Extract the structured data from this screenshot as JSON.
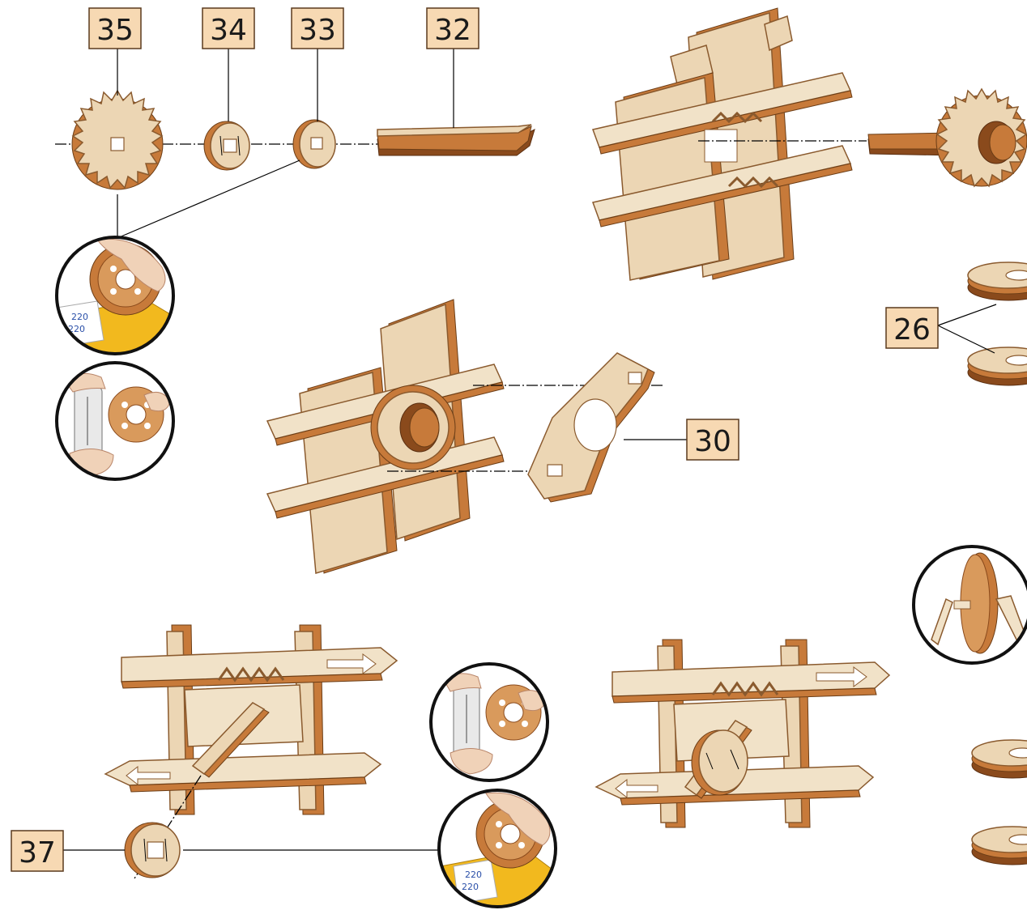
{
  "part_labels": {
    "p35": "35",
    "p34": "34",
    "p33": "33",
    "p32": "32",
    "p26": "26",
    "p30": "30",
    "p37": "37"
  },
  "sandpaper_text": {
    "line1": "220",
    "line2": "220"
  },
  "colors": {
    "label_fill": "#f7d9b3",
    "wood_face": "#ecd6b4",
    "wood_edge": "#c77a3a",
    "sandpaper": "#f2b91e"
  },
  "icons": [
    "sanding-detail-icon",
    "glue-detail-icon",
    "push-arrow-icon"
  ]
}
